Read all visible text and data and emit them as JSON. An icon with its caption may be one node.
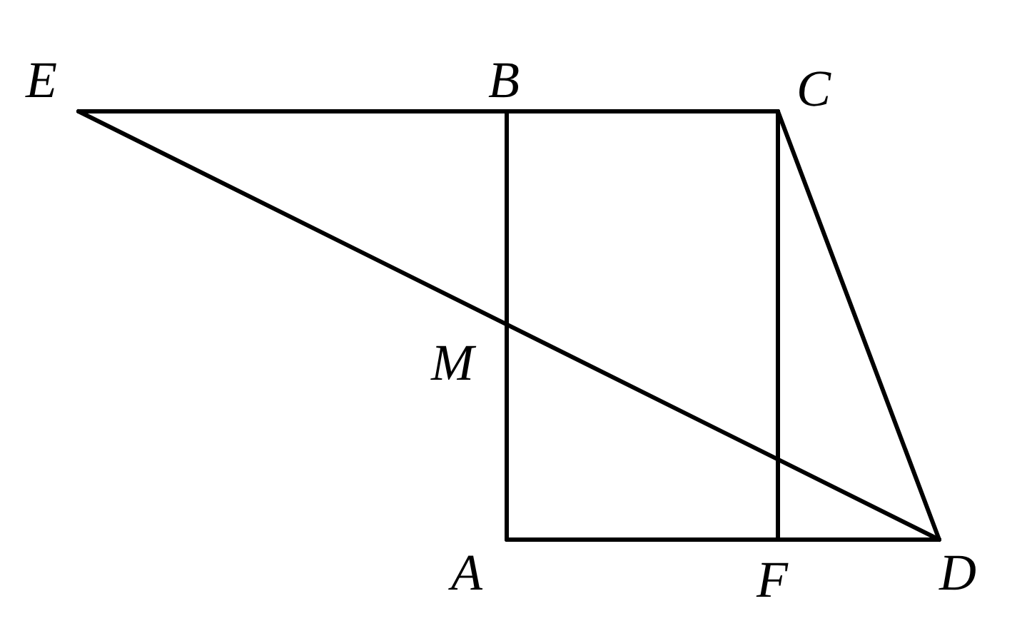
{
  "diagram": {
    "labels": [
      "E",
      "B",
      "C",
      "M",
      "A",
      "F",
      "D"
    ]
  }
}
